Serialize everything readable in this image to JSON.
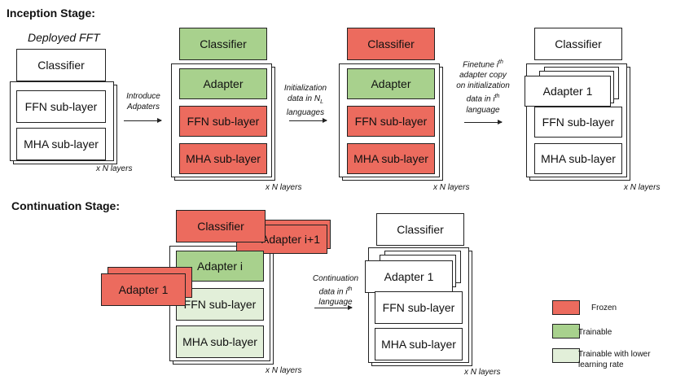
{
  "headings": {
    "inception": "Inception Stage:",
    "continuation": "Continuation Stage:"
  },
  "deployed": {
    "title": "Deployed FFT",
    "classifier": "Classifier",
    "ffn": "FFN sub-layer",
    "mha": "MHA sub-layer",
    "n_layers": "x N layers"
  },
  "step1": {
    "arrow_label": "Introduce Adpaters",
    "classifier": "Classifier",
    "adapter": "Adapter",
    "ffn": "FFN sub-layer",
    "mha": "MHA sub-layer",
    "n_layers": "x N layers"
  },
  "step2": {
    "arrow_label_line1": "Initialization",
    "arrow_label_line2_prefix": "data in N",
    "arrow_label_line2_sub": "L",
    "arrow_label_line3": "languages",
    "classifier": "Classifier",
    "adapter": "Adapter",
    "ffn": "FFN sub-layer",
    "mha": "MHA sub-layer",
    "n_layers": "x N layers"
  },
  "step3": {
    "arrow_label_line1_prefix": "Finetune i",
    "arrow_label_line1_sup": "th",
    "arrow_label_line2": "adapter copy",
    "arrow_label_line3": "on initialization",
    "arrow_label_line4_prefix": "data in i",
    "arrow_label_line4_sup": "th",
    "arrow_label_line5": "language",
    "classifier": "Classifier",
    "adapter": "Adapter 1",
    "ffn": "FFN sub-layer",
    "mha": "MHA sub-layer",
    "n_layers": "x N layers"
  },
  "cont1": {
    "classifier": "Classifier",
    "adapter_i1": "Adapter i+1",
    "adapter_i": "Adapter i",
    "adapter_1": "Adapter 1",
    "ffn": "FFN sub-layer",
    "mha": "MHA sub-layer",
    "n_layers": "x N layers"
  },
  "cont2": {
    "arrow_label_line1": "Continuation",
    "arrow_label_line2_prefix": "data in i",
    "arrow_label_line2_sup": "th",
    "arrow_label_line3": "language",
    "classifier": "Classifier",
    "adapter": "Adapter 1",
    "ffn": "FFN sub-layer",
    "mha": "MHA sub-layer",
    "n_layers": "x N layers"
  },
  "legend": {
    "frozen": "Frozen",
    "trainable": "Trainable",
    "trainable_lower_line1": "Trainable with lower",
    "trainable_lower_line2": "learning rate"
  },
  "colors": {
    "frozen": "#ec6b5e",
    "trainable": "#a8d18d",
    "trainable_lower": "#e2efd9"
  }
}
